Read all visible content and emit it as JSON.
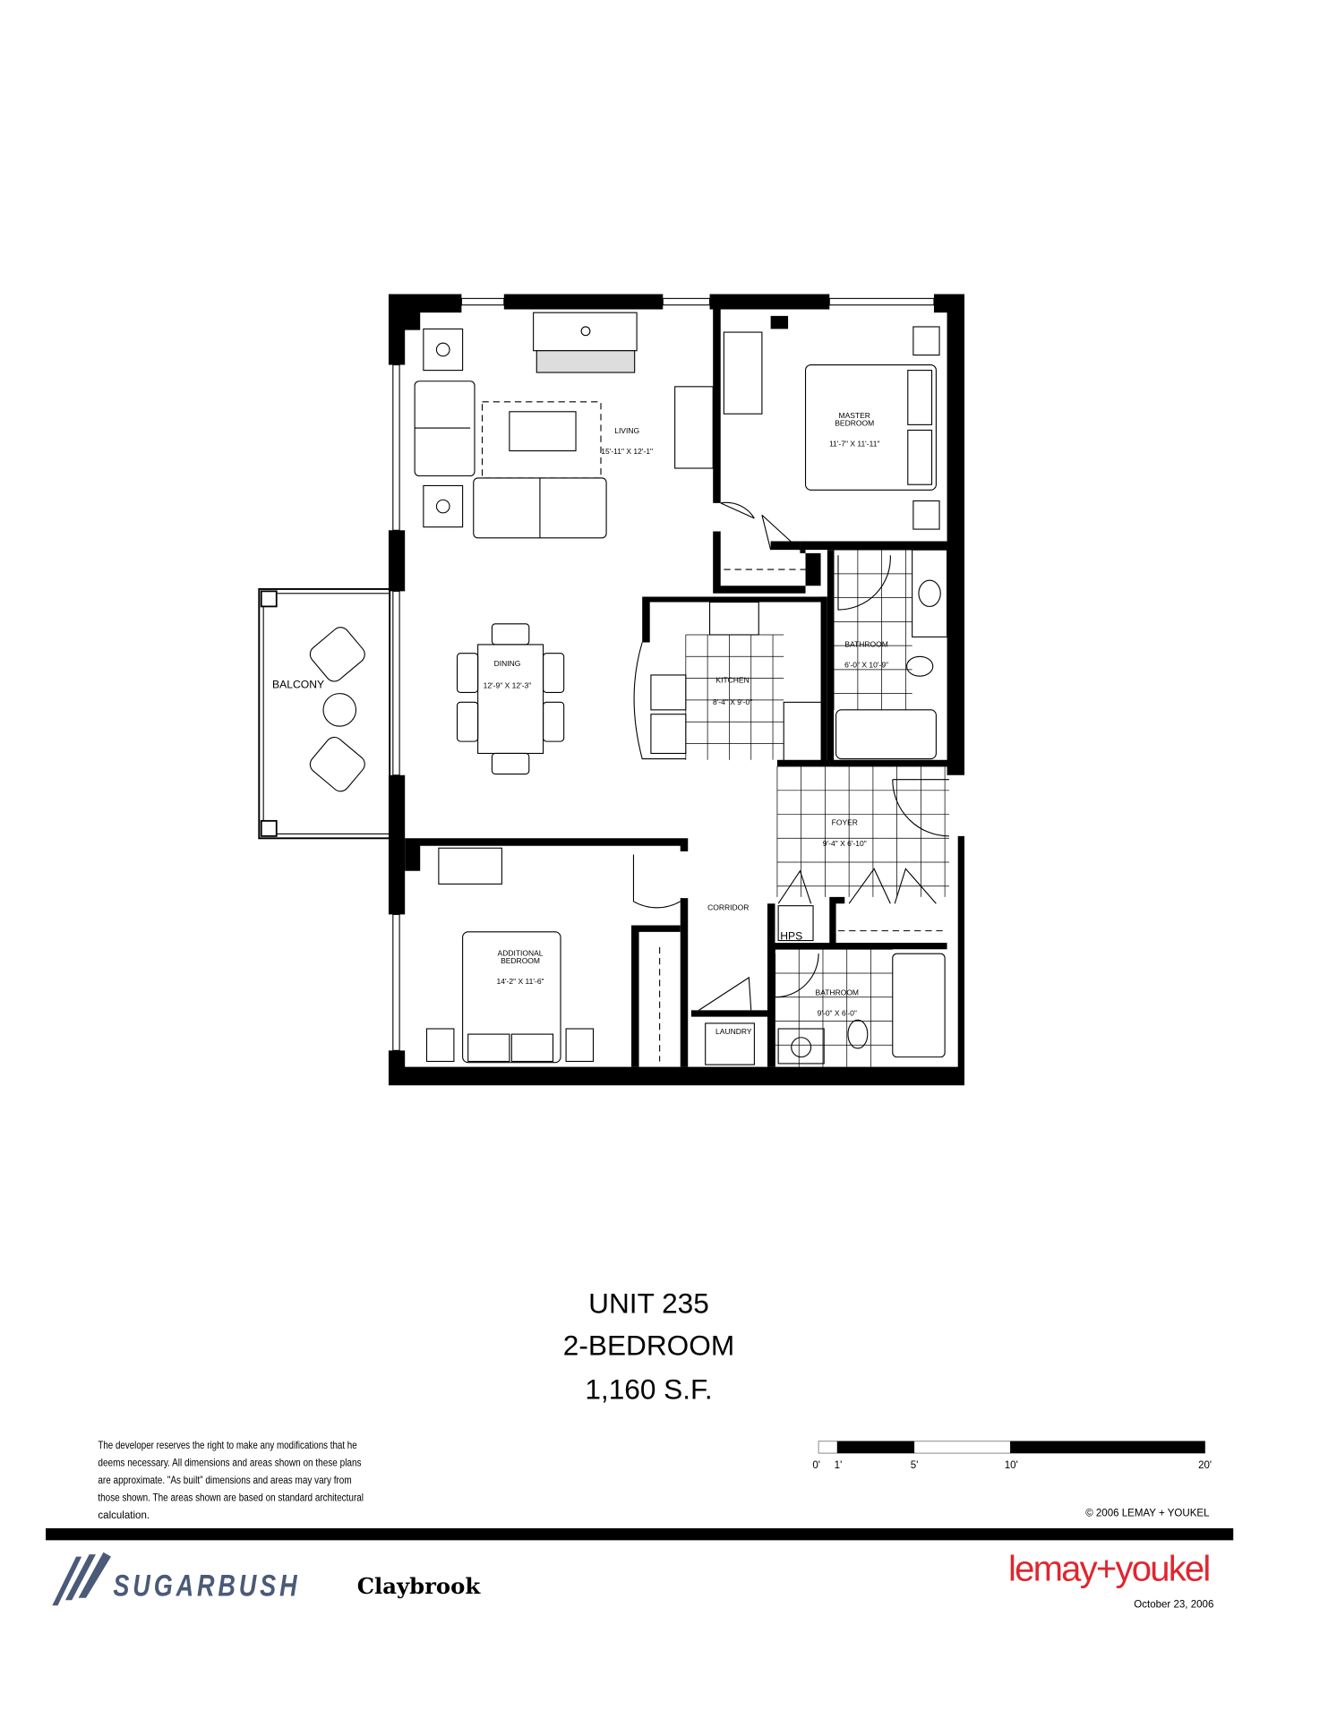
{
  "plan": {
    "rooms": [
      {
        "name": "LIVING",
        "dims": "15'-11\" X 12'-1\""
      },
      {
        "name": "MASTER",
        "name2": "BEDROOM",
        "dims": "11'-7\" X 11'-11\""
      },
      {
        "name": "DINING",
        "dims": "12'-9\" X 12'-3\""
      },
      {
        "name": "KITCHEN",
        "dims": "8'-4\" X 9'-0\""
      },
      {
        "name": "BATHROOM",
        "dims": "6'-0\" X 10'-9\""
      },
      {
        "name": "BALCONY"
      },
      {
        "name": "FOYER",
        "dims": "9'-4\" X 6'-10\""
      },
      {
        "name": "CORRIDOR"
      },
      {
        "name": "HPS"
      },
      {
        "name": "ADDITIONAL",
        "name2": "BEDROOM",
        "dims": "14'-2\" X 11'-6\""
      },
      {
        "name": "BATHROOM",
        "dims": "9'-0\" X 6'-0\""
      },
      {
        "name": "LAUNDRY"
      }
    ]
  },
  "unit": {
    "number": "UNIT 235",
    "type": "2-BEDROOM",
    "area": "1,160 S.F."
  },
  "disclaimer": [
    "The developer reserves the right to make any modifications that he",
    "deems necessary.  All dimensions and areas shown on these plans",
    "are approximate.  \"As built\" dimensions and areas may vary from",
    "those shown.  The areas shown are based on standard architectural",
    "calculation."
  ],
  "scale_bar": {
    "labels": [
      "0'",
      "1'",
      "5'",
      "10'",
      "20'"
    ]
  },
  "copyright": "© 2006  LEMAY + YOUKEL",
  "footer": {
    "developer_logo": "SUGARBUSH",
    "project": "Claybrook",
    "architect_logo": "lemay+youkel",
    "date": "October 23, 2006"
  },
  "colors": {
    "architect_red": "#e0262f",
    "sugarbush_blue": "#4a5a78"
  }
}
